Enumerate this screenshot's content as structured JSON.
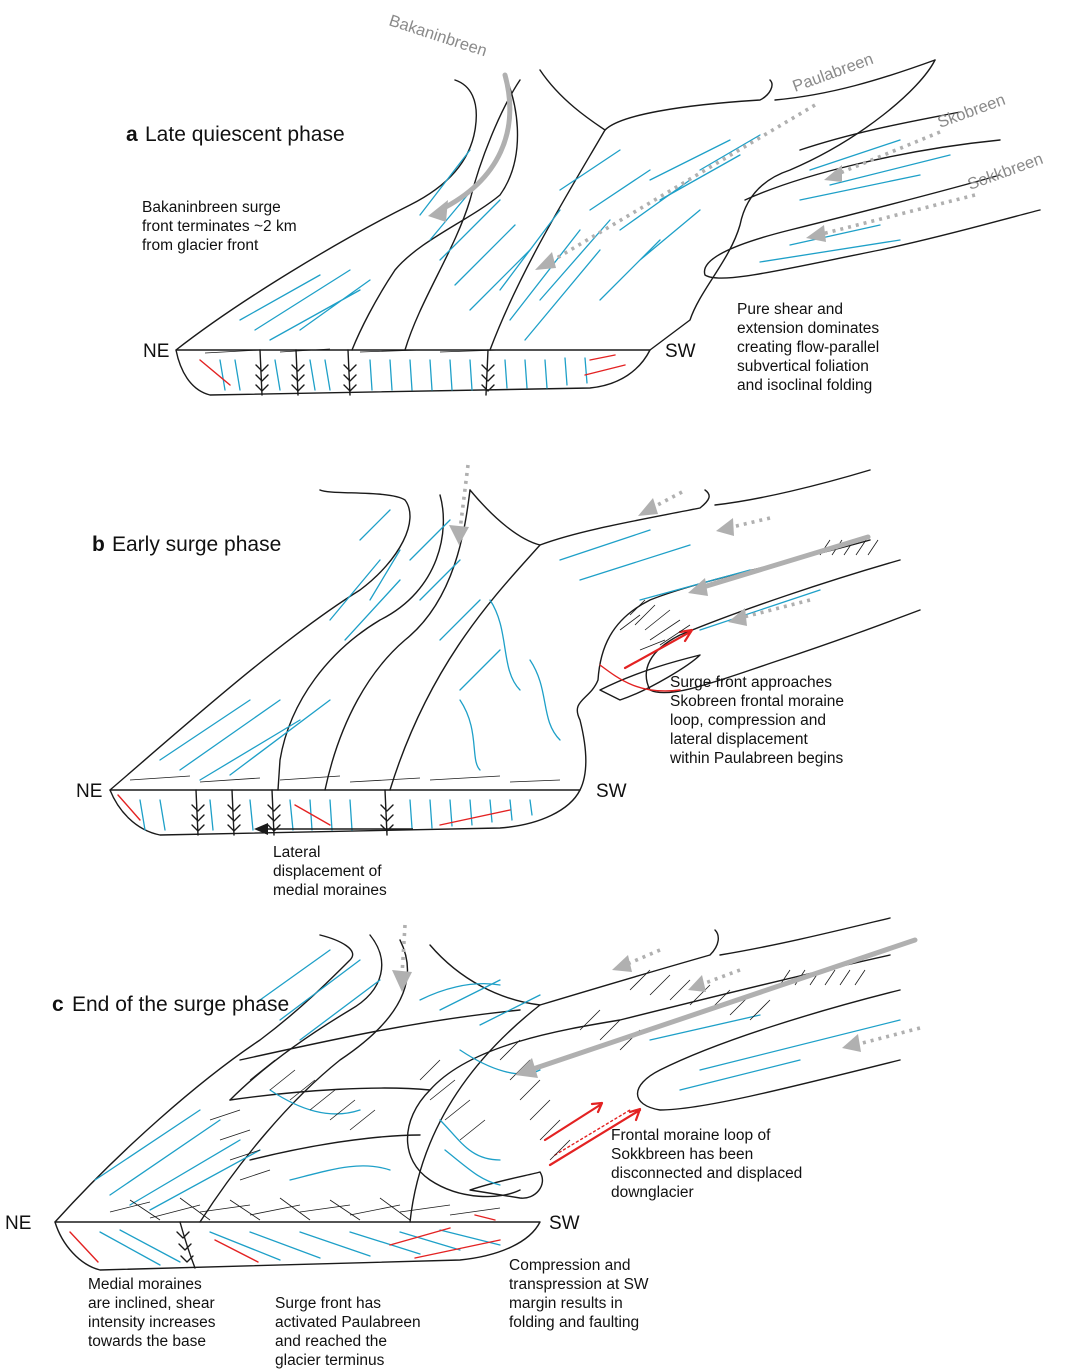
{
  "panels": [
    {
      "letter": "a",
      "title": "Late quiescent phase",
      "left_label": "NE",
      "right_label": "SW",
      "notes": [
        [
          "Bakaninbreen surge",
          "front terminates ~2 km",
          "from glacier front"
        ],
        [
          "Pure shear and",
          "extension dominates",
          "creating flow-parallel",
          "subvertical foliation",
          "and isoclinal folding"
        ]
      ],
      "glaciers": [
        "Bakaninbreen",
        "Paulabreen",
        "Skobreen",
        "Sokkbreen"
      ]
    },
    {
      "letter": "b",
      "title": "Early surge phase",
      "left_label": "NE",
      "right_label": "SW",
      "notes": [
        [
          "Surge front approaches",
          "Skobreen frontal moraine",
          "loop, compression and",
          "lateral displacement",
          "within Paulabreen begins"
        ],
        [
          "Lateral",
          "displacement of",
          "medial moraines"
        ]
      ]
    },
    {
      "letter": "c",
      "title": "End of the surge phase",
      "left_label": "NE",
      "right_label": "SW",
      "notes": [
        [
          "Frontal moraine loop of",
          "Sokkbreen has been",
          "disconnected and displaced",
          "downglacier"
        ],
        [
          "Compression and",
          "transpression at SW",
          "margin results in",
          "folding and faulting"
        ],
        [
          "Medial moraines",
          "are inclined, shear",
          "intensity increases",
          "towards the base"
        ],
        [
          "Surge front has",
          "activated Paulabreen",
          "and reached the",
          "glacier terminus"
        ]
      ]
    }
  ],
  "colors": {
    "outline": "#1a1a1a",
    "foliation": "#1ea0c8",
    "fault_shear": "#e32222",
    "flow_arrow": "#b0b0b0"
  }
}
